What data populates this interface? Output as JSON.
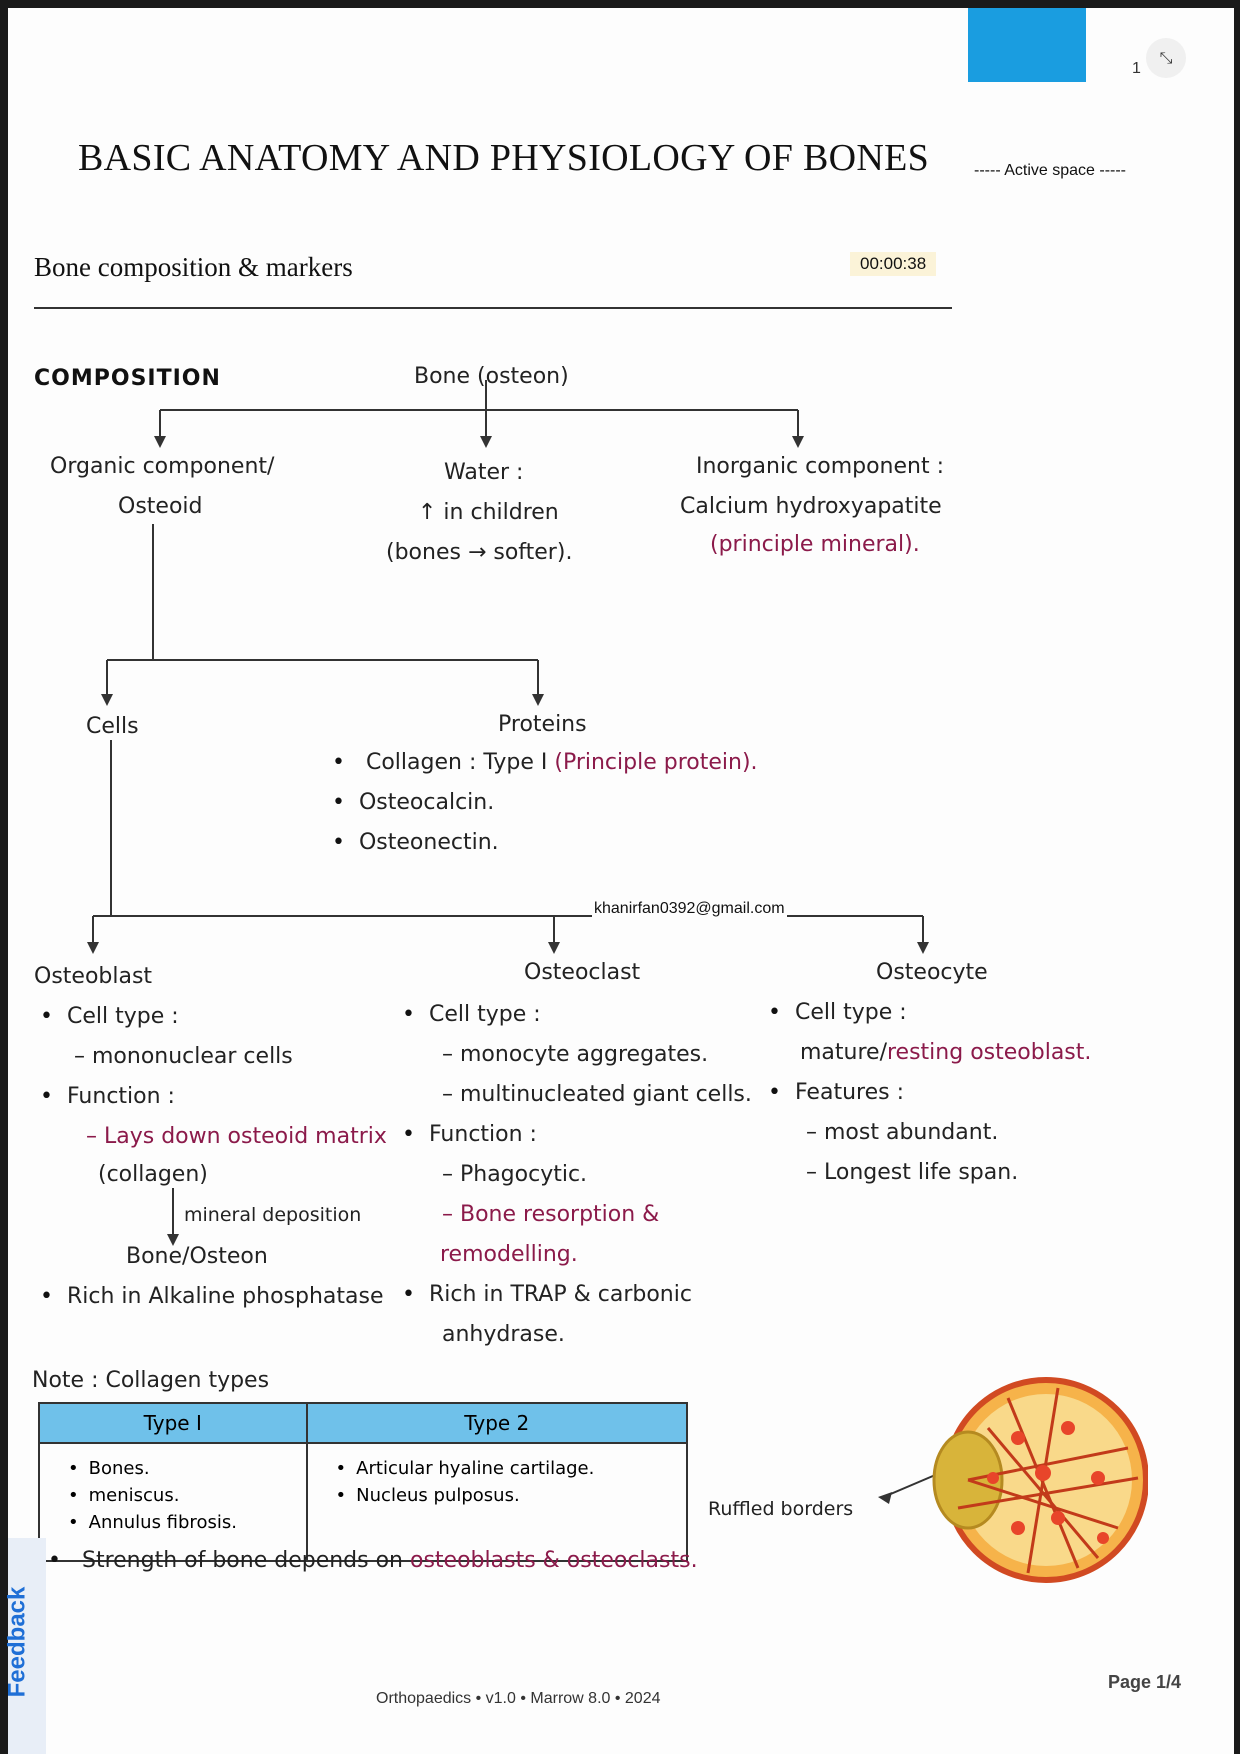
{
  "header": {
    "title": "BASIC ANATOMY AND PHYSIOLOGY OF BONES",
    "active_space": "----- Active space -----",
    "page_corner_number": "1",
    "corner_button": "⤡"
  },
  "section": {
    "title": "Bone composition & markers",
    "timer": "00:00:38"
  },
  "composition": {
    "heading": "COMPOSITION",
    "root": "Bone (osteon)",
    "organic": {
      "line1": "Organic component/",
      "line2": "Osteoid"
    },
    "water": {
      "line1": "Water :",
      "line2": "↑ in children",
      "line3": "(bones → softer)."
    },
    "inorganic": {
      "line1": "Inorganic component :",
      "line2": "Calcium hydroxyapatite",
      "line3": "(principle mineral)."
    },
    "cells": "Cells",
    "proteins": {
      "label": "Proteins",
      "collagen_a": "Collagen : Type I ",
      "collagen_b": "(Principle protein).",
      "item2": "Osteocalcin.",
      "item3": "Osteonectin."
    },
    "watermark": "khanirfan0392@gmail.com"
  },
  "osteoblast": {
    "title": "Osteoblast",
    "cell_type": "Cell type :",
    "cell_type_value": "– mononuclear cells",
    "function": "Function :",
    "function_value": "– Lays down osteoid matrix",
    "collagen": "(collagen)",
    "mineral": "mineral deposition",
    "result": "Bone/Osteon",
    "rich": "Rich in Alkaline phosphatase"
  },
  "osteoclast": {
    "title": "Osteoclast",
    "cell_type": "Cell type :",
    "v1": "– monocyte aggregates.",
    "v2": "– multinucleated giant cells.",
    "function": "Function :",
    "f1": "– Phagocytic.",
    "f2": "– Bone resorption &",
    "f3": "remodelling.",
    "rich": "Rich in TRAP & carbonic",
    "rich2": "anhydrase."
  },
  "osteocyte": {
    "title": "Osteocyte",
    "cell_type": "Cell type :",
    "cell_type_a": "mature/",
    "cell_type_b": "resting osteoblast.",
    "features": "Features :",
    "f1": "– most abundant.",
    "f2": "– Longest life span."
  },
  "note": {
    "label": "Note : Collagen types",
    "table": {
      "headers": [
        "Type I",
        "Type 2"
      ],
      "type1": [
        "Bones.",
        "meniscus.",
        "Annulus fibrosis."
      ],
      "type2": [
        "Articular hyaline cartilage.",
        "Nucleus pulposus."
      ]
    }
  },
  "figure": {
    "label": "Ruffled borders"
  },
  "strength": {
    "a": "Strength of bone depends on ",
    "b": "osteoblasts & osteoclasts."
  },
  "feedback": "Feedback",
  "footer": {
    "center": "Orthopaedics • v1.0 • Marrow 8.0 • 2024",
    "page": "Page 1/4"
  },
  "colors": {
    "accent": "#8b1a4a",
    "header_blue": "#1a9de0",
    "table_header": "#6fc1ea"
  }
}
